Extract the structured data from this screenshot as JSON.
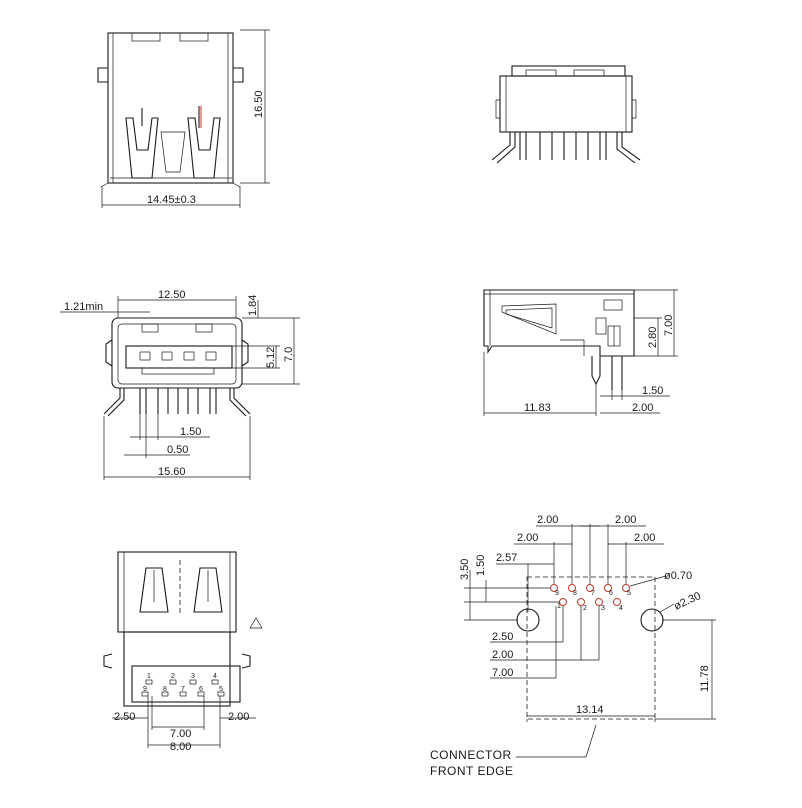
{
  "top_view": {
    "width_label": "14.45±0.3",
    "height_label": "16.50"
  },
  "front_view": {
    "min_label": "1.21min",
    "overall_width_label": "12.50",
    "top_offset_label": "1.84",
    "opening_height_label": "5.12",
    "total_height_label": "7.0",
    "pitch_label": "1.50",
    "pin_width_label": "0.50",
    "base_width_label": "15.60"
  },
  "side_view": {
    "height_label": "7.00",
    "mid_height_label": "2.80",
    "length_label": "11.83",
    "pitch_label": "1.50",
    "row_spacing_label": "2.00"
  },
  "bottom_view": {
    "left_offset_label": "2.50",
    "right_offset_label": "2.00",
    "inner_span_label": "7.00",
    "outer_span_label": "8.00",
    "top_pins": [
      "1",
      "2",
      "3",
      "4"
    ],
    "bottom_pins": [
      "9",
      "8",
      "7",
      "6",
      "5"
    ]
  },
  "pcb_footprint": {
    "top_left_label_a": "2.00",
    "top_right_label_a": "2.00",
    "top_left_label_b": "2.00",
    "top_right_label_b": "2.00",
    "left_small_label": "2.57",
    "vert_label_a": "3.50",
    "vert_label_b": "1.50",
    "hole_small_label": "ø0.70",
    "hole_large_label": "ø2.30",
    "mid_label_1": "2.50",
    "mid_label_2": "2.00",
    "mid_label_3": "7.00",
    "bottom_width_label": "13.14",
    "right_height_label": "11.78",
    "top_pins": [
      "9",
      "8",
      "7",
      "6",
      "5"
    ],
    "bottom_pins": [
      "1",
      "2",
      "3",
      "4"
    ],
    "note_line1": "CONNECTOR",
    "note_line2": "FRONT  EDGE"
  }
}
